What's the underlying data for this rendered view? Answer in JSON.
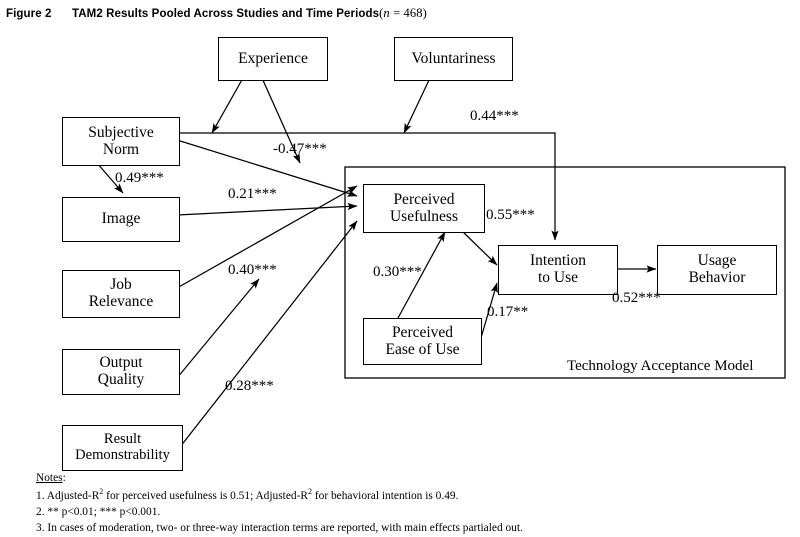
{
  "figure": {
    "label": "Figure 2",
    "title": "TAM2 Results Pooled Across Studies and Time Periods",
    "n_open": "(",
    "n_var": "n",
    "n_eq": "=",
    "n_value": "468)"
  },
  "nodes": {
    "experience": {
      "line1": "Experience",
      "line2": ""
    },
    "voluntariness": {
      "line1": "Voluntariness",
      "line2": ""
    },
    "subjective_norm": {
      "line1": "Subjective",
      "line2": "Norm"
    },
    "image": {
      "line1": "Image",
      "line2": ""
    },
    "job_relevance": {
      "line1": "Job",
      "line2": "Relevance"
    },
    "output_quality": {
      "line1": "Output",
      "line2": "Quality"
    },
    "result_demonstrability": {
      "line1": "Result",
      "line2": "Demonstrability"
    },
    "perceived_usefulness": {
      "line1": "Perceived",
      "line2": "Usefulness"
    },
    "perceived_ease_of_use": {
      "line1": "Perceived",
      "line2": "Ease of Use"
    },
    "intention_to_use": {
      "line1": "Intention",
      "line2": "to Use"
    },
    "usage_behavior": {
      "line1": "Usage",
      "line2": "Behavior"
    }
  },
  "container": {
    "caption": "Technology Acceptance Model"
  },
  "paths": {
    "sn_to_intention": "0.44***",
    "experience_to_sn_pu": "-0.47***",
    "sn_to_image": "0.49***",
    "image_to_pu": "0.21***",
    "jobrel_outqual_to_pu": "0.40***",
    "resultdemo_to_pu": "0.28***",
    "peou_to_pu": "0.30***",
    "pu_to_intention": "0.55***",
    "peou_to_intention": "0.17**",
    "intention_to_usage": "0.52***"
  },
  "notes": {
    "title": "Notes",
    "colon": ":",
    "items": [
      {
        "num": "1.",
        "pre": "Adjusted-R",
        "sup": "2",
        "mid": " for perceived usefulness is 0.51; Adjusted-R",
        "sup2": "2",
        "post": " for behavioral intention is 0.49."
      },
      {
        "num": "2.",
        "text": "** p<0.01; *** p<0.001."
      },
      {
        "num": "3.",
        "text": "In cases of moderation, two- or three-way interaction terms are reported, with main effects partialed out."
      }
    ]
  },
  "colors": {
    "stroke": "#000000",
    "background": "#ffffff"
  }
}
